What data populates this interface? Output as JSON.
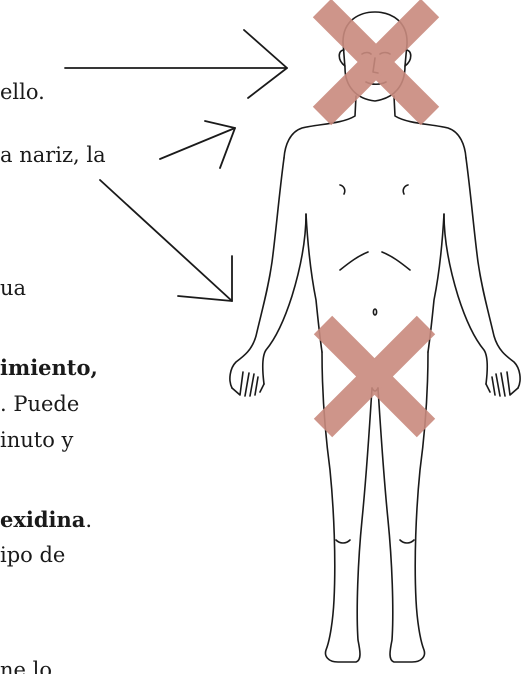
{
  "text_lines": [
    {
      "text": "ello.",
      "bold": false
    },
    {
      "text": "a nariz, la",
      "bold": false
    },
    {
      "text": "ua",
      "bold": false
    },
    {
      "text": "imiento,",
      "bold": true
    },
    {
      "text": ". Puede",
      "bold": false
    },
    {
      "text": "inuto y",
      "bold": false
    },
    {
      "text": "exidina",
      "bold": true,
      "suffix": "."
    },
    {
      "text": "ipo de",
      "bold": false
    },
    {
      "text": "ne lo",
      "bold": false
    }
  ],
  "illustration": {
    "subject": "human-body-outline",
    "marker_color": "#c98a7e",
    "marked_areas": [
      "face",
      "genital-area"
    ],
    "arrow_targets": [
      "face",
      "nose",
      "groin"
    ]
  }
}
